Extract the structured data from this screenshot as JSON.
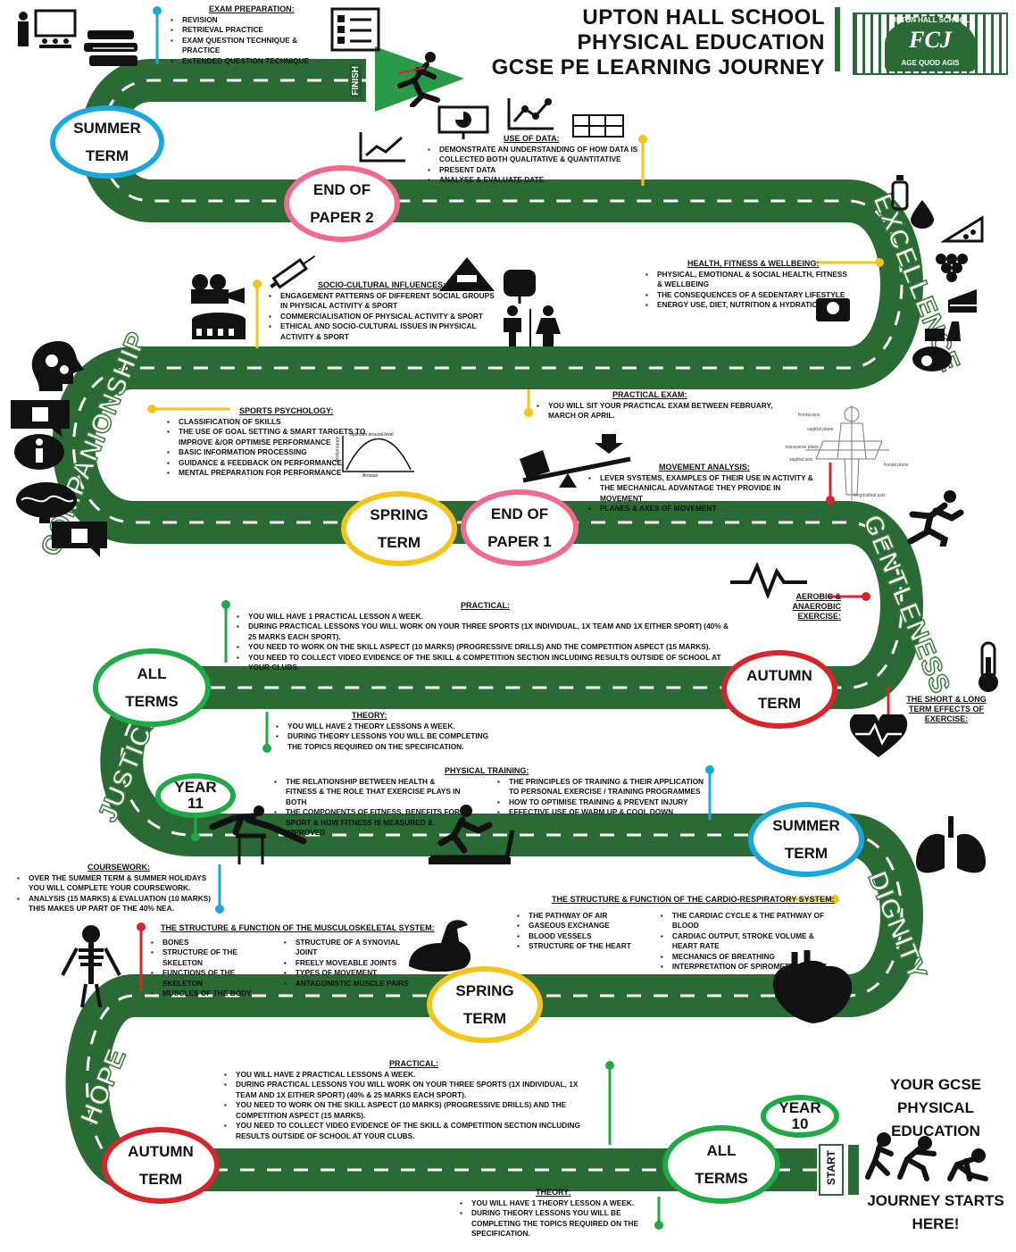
{
  "title": {
    "line1": "UPTON HALL SCHOOL",
    "line2": "PHYSICAL EDUCATION",
    "line3": "GCSE PE LEARNING JOURNEY"
  },
  "logo": {
    "top_text": "UPTON HALL SCHOOL",
    "monogram": "FCJ",
    "motto": "AGE QUOD AGIS"
  },
  "finish_label": "FINISH",
  "start_label": "START",
  "journey_start": {
    "line1": "YOUR GCSE",
    "line2": "PHYSICAL",
    "line3": "EDUCATION",
    "line4": "JOURNEY STARTS",
    "line5": "HERE!"
  },
  "values": {
    "excellence": "EXCELLENCE",
    "companionship": "COMPANIONSHIP",
    "gentleness": "GENTLENESS",
    "justice": "JUSTICE",
    "dignity": "DIGNITY",
    "hope": "HOPE"
  },
  "badges": {
    "summer_y11": [
      "SUMMER",
      "TERM"
    ],
    "end_paper2": [
      "END OF",
      "PAPER 2"
    ],
    "spring_y11": [
      "SPRING",
      "TERM"
    ],
    "end_paper1": [
      "END OF",
      "PAPER 1"
    ],
    "all_terms_y11": [
      "ALL",
      "TERMS"
    ],
    "autumn_y11": [
      "AUTUMN",
      "TERM"
    ],
    "year11": [
      "YEAR",
      "11"
    ],
    "summer_y10": [
      "SUMMER",
      "TERM"
    ],
    "spring_y10": [
      "SPRING",
      "TERM"
    ],
    "autumn_y10": [
      "AUTUMN",
      "TERM"
    ],
    "all_terms_y10": [
      "ALL",
      "TERMS"
    ],
    "year10": [
      "YEAR",
      "10"
    ]
  },
  "blocks": {
    "exam_prep": {
      "title": "EXAM PREPARATION:",
      "items": [
        "REVISION",
        "RETRIEVAL PRACTICE",
        "EXAM QUESTION TECHNIQUE & PRACTICE",
        "EXTENDED QUESTION TECHNIQUE"
      ]
    },
    "use_of_data": {
      "title": "USE OF DATA:",
      "items": [
        "DEMONSTRATE AN UNDERSTANDING OF HOW DATA IS COLLECTED BOTH QUALITATIVE & QUANTITATIVE",
        "PRESENT DATA",
        "ANALYSE & EVALUATE DATE"
      ]
    },
    "health": {
      "title": "HEALTH, FITNESS & WELLBEING:",
      "items": [
        "PHYSICAL, EMOTIONAL & SOCIAL HEALTH, FITNESS & WELLBEING",
        "THE CONSEQUENCES OF A SEDENTARY LIFESTYLE",
        "ENERGY USE, DIET, NUTRITION & HYDRATION"
      ]
    },
    "socio": {
      "title": "SOCIO-CULTURAL INFLUENCES:",
      "items": [
        "ENGAGEMENT PATTERNS OF DIFFERENT SOCIAL GROUPS IN PHYSICAL ACTIVITY & SPORT",
        "COMMERCIALISATION OF PHYSICAL ACTIVITY & SPORT",
        "ETHICAL AND SOCIO-CULTURAL ISSUES IN PHYSICAL ACTIVITY & SPORT"
      ]
    },
    "practical_exam": {
      "title": "PRACTICAL EXAM:",
      "items": [
        "YOU WILL SIT YOUR PRACTICAL EXAM BETWEEN FEBRUARY, MARCH OR APRIL."
      ]
    },
    "psychology": {
      "title": "SPORTS PSYCHOLOGY:",
      "items": [
        "CLASSIFICATION OF SKILLS",
        "THE USE OF GOAL SETTING & SMART TARGETS TO IMPROVE &/OR OPTIMISE PERFORMANCE",
        "BASIC INFORMATION PROCESSING",
        "GUIDANCE & FEEDBACK ON PERFORMANCE",
        "MENTAL PREPARATION FOR PERFORMANCE"
      ]
    },
    "movement": {
      "title": "MOVEMENT ANALYSIS:",
      "items": [
        "LEVER SYSTEMS, EXAMPLES OF THEIR USE IN ACTIVITY & THE MECHANICAL ADVANTAGE THEY PROVIDE IN MOVEMENT",
        "PLANES & AXES OF MOVEMENT"
      ]
    },
    "practical_y11": {
      "title": "PRACTICAL:",
      "items": [
        "YOU WILL HAVE 1 PRACTICAL LESSON A WEEK.",
        "DURING PRACTICAL LESSONS YOU WILL WORK ON YOUR THREE SPORTS (1X INDIVIDUAL, 1X TEAM AND 1X EITHER SPORT) (40% & 25 MARKS EACH SPORT).",
        "YOU NEED TO WORK ON THE SKILL ASPECT (10 MARKS) (PROGRESSIVE DRILLS) AND THE COMPETITION ASPECT (15 MARKS).",
        "YOU NEED TO COLLECT VIDEO EVIDENCE OF THE SKILL & COMPETITION SECTION INCLUDING RESULTS OUTSIDE OF SCHOOL AT YOUR CLUBS."
      ]
    },
    "aerobic": {
      "title": "AEROBIC & ANAEROBIC EXERCISE:"
    },
    "theory_y11": {
      "title": "THEORY:",
      "items": [
        "YOU WILL HAVE 2 THEORY LESSONS A WEEK.",
        "DURING THEORY LESSONS YOU WILL BE COMPLETING THE TOPICS REQUIRED ON THE SPECIFICATION."
      ]
    },
    "short_long": {
      "title": "THE SHORT & LONG TERM EFFECTS OF EXERCISE:"
    },
    "training": {
      "title": "PHYSICAL TRAINING:",
      "left": [
        "THE RELATIONSHIP BETWEEN HEALTH & FITNESS & THE ROLE THAT EXERCISE PLAYS IN BOTH",
        "THE COMPONENTS OF FITNESS, BENEFITS FOR SPORT & HOW FITNESS IS MEASURED & IMPROVED"
      ],
      "right": [
        "THE PRINCIPLES OF TRAINING & THEIR APPLICATION TO PERSONAL EXERCISE / TRAINING PROGRAMMES",
        "HOW TO OPTIMISE TRAINING & PREVENT INJURY",
        "EFFECTIVE USE OF WARM UP & COOL DOWN"
      ]
    },
    "coursework": {
      "title": "COURSEWORK:",
      "items": [
        "OVER THE SUMMER TERM & SUMMER HOLIDAYS YOU WILL COMPLETE YOUR COURSEWORK.",
        "ANALYSIS (15 MARKS) & EVALUATION (10 MARKS) THIS MAKES UP PART OF THE 40% NEA."
      ]
    },
    "cardio": {
      "title": "THE STRUCTURE & FUNCTION OF THE CARDIO-RESPIRATORY SYSTEM:",
      "left": [
        "THE PATHWAY OF AIR",
        "GASEOUS EXCHANGE",
        "BLOOD VESSELS",
        "STRUCTURE OF THE HEART"
      ],
      "right": [
        "THE CARDIAC CYCLE & THE PATHWAY OF BLOOD",
        "CARDIAC OUTPUT, STROKE VOLUME & HEART RATE",
        "MECHANICS OF BREATHING",
        "INTERPRETATION OF SPIROMETER TRACE"
      ]
    },
    "musculo": {
      "title": "THE STRUCTURE & FUNCTION OF THE MUSCULOSKELETAL SYSTEM:",
      "left": [
        "BONES",
        "STRUCTURE OF THE SKELETON",
        "FUNCTIONS OF THE SKELETON",
        "MUSCLES OF THE BODY"
      ],
      "right": [
        "STRUCTURE OF A SYNOVIAL JOINT",
        "FREELY MOVEABLE JOINTS",
        "TYPES OF MOVEMENT",
        "ANTAGONISTIC MUSCLE PAIRS"
      ]
    },
    "practical_y10": {
      "title": "PRACTICAL:",
      "items": [
        "YOU WILL HAVE 2 PRACTICAL LESSONS A WEEK.",
        "DURING PRACTICAL LESSONS YOU WILL WORK ON YOUR THREE SPORTS (1X INDIVIDUAL, 1X TEAM AND 1X EITHER SPORT) (40% & 25 MARKS EACH SPORT).",
        "YOU NEED TO WORK ON THE SKILL ASPECT (10 MARKS) (PROGRESSIVE DRILLS) AND THE COMPETITION ASPECT (15 MARKS).",
        "YOU NEED TO COLLECT VIDEO EVIDENCE OF THE SKILL & COMPETITION SECTION INCLUDING RESULTS OUTSIDE OF SCHOOL AT YOUR CLUBS."
      ]
    },
    "theory_y10": {
      "title": "THEORY:",
      "items": [
        "YOU WILL HAVE 1 THEORY LESSON A WEEK.",
        "DURING THEORY LESSONS YOU WILL BE COMPLETING THE TOPICS REQUIRED ON THE SPECIFICATION."
      ]
    }
  },
  "mini_graph": {
    "label_top": "optimum arousal level",
    "label_y": "Performance",
    "label_x": "Arousal"
  },
  "axes_diagram": {
    "frontal_axis": "frontal axis",
    "sagittal_plane": "sagittal plane",
    "transverse_plane": "transverse plane",
    "sagittal_axis": "sagittal axis",
    "frontal_plane": "frontal plane",
    "longitudinal_axis": "longitudinal axis"
  },
  "colors": {
    "road": "#2a6b35",
    "blue": "#1aa7e0",
    "pink": "#f0698f",
    "yellow": "#f5c31a",
    "green": "#1faa46",
    "red": "#d8252c"
  },
  "icons": [
    "teacher-icon",
    "books-icon",
    "checklist-icon",
    "runner-icon",
    "presentation-icon",
    "line-chart-icon",
    "table-icon",
    "trend-chart-icon",
    "bottle-icon",
    "drop-icon",
    "pizza-icon",
    "grapes-icon",
    "cake-icon",
    "fast-food-icon",
    "avocado-icon",
    "scales-icon",
    "syringe-icon",
    "camera-icon",
    "stadium-icon",
    "doping-sign-icon",
    "iv-bag-icon",
    "people-icon",
    "head-gears-icon",
    "dislike-chat-icon",
    "info-icon",
    "brain-icon",
    "like-chat-icon",
    "lever-icon",
    "body-axes-icon",
    "sprinter-icon",
    "pulse-icon",
    "thermometer-icon",
    "heart-beat-icon",
    "hurdler-icon",
    "treadmill-icon",
    "lungs-icon",
    "skeleton-icon",
    "bicep-icon",
    "heart-icon",
    "start-runners-icon"
  ]
}
